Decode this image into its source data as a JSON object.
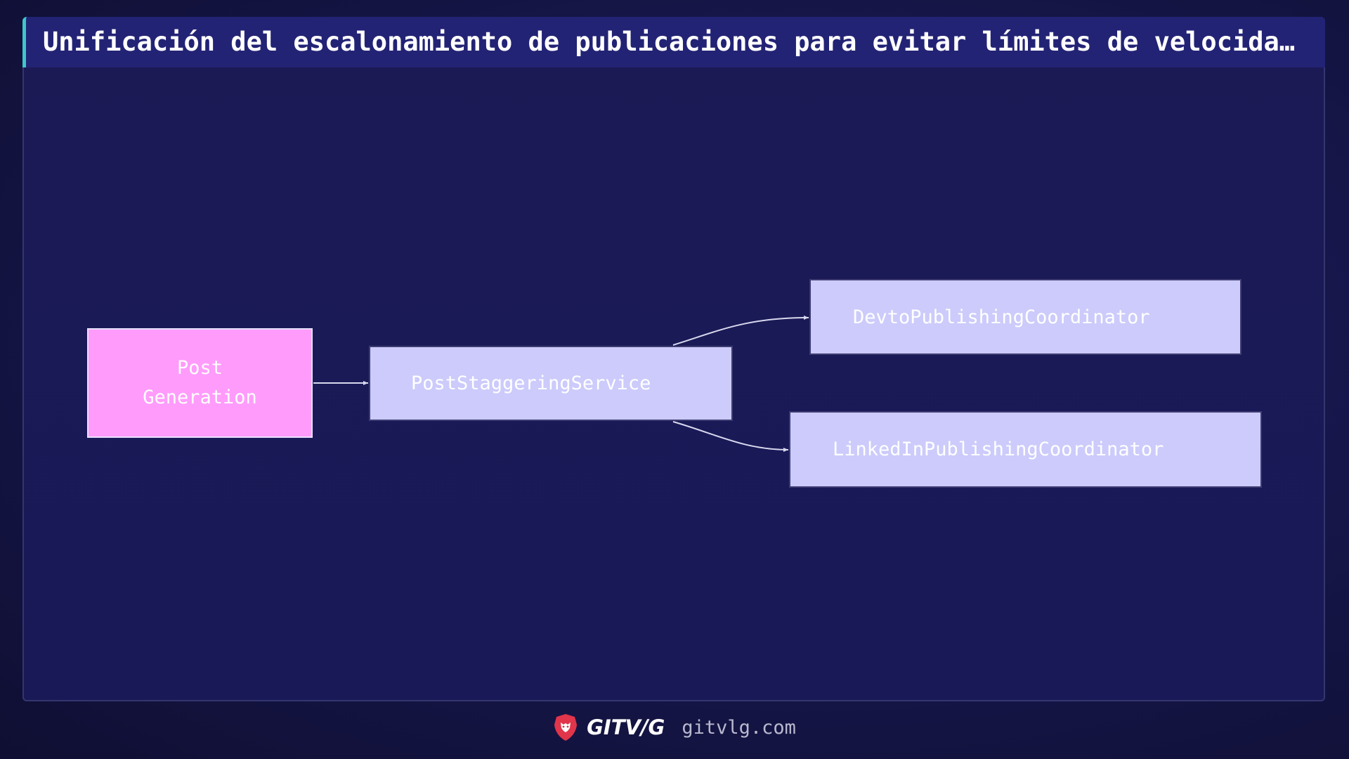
{
  "header": {
    "title": "Unificación del escalonamiento de publicaciones para evitar límites de velocida…"
  },
  "diagram": {
    "nodes": {
      "post_generation": "Post Generation",
      "staggering_service": "PostStaggeringService",
      "devto_coordinator": "DevtoPublishingCoordinator",
      "linkedin_coordinator": "LinkedInPublishingCoordinator"
    },
    "colors": {
      "source_node": "#ff9bfb",
      "service_node": "#cccbfb",
      "accent": "#3fc6c9",
      "edge": "#d8d8ee"
    }
  },
  "footer": {
    "brand_icon": "lion-shield-icon",
    "brand_name": "GITV/G",
    "url": "gitvlg.com"
  }
}
